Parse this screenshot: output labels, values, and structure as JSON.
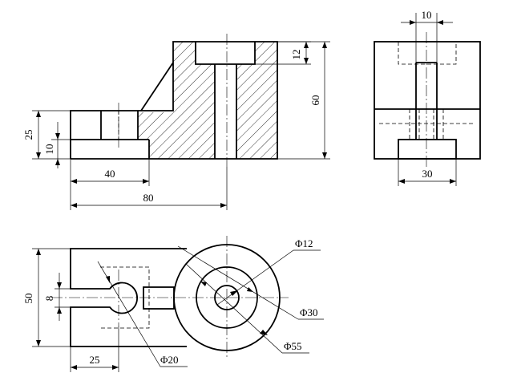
{
  "drawing": {
    "front_view": {
      "dims": {
        "d12": "12",
        "d60": "60",
        "d25": "25",
        "d10": "10",
        "d40": "40",
        "d80": "80"
      }
    },
    "side_view": {
      "dims": {
        "d10": "10",
        "d30": "30"
      }
    },
    "top_view": {
      "dims": {
        "d8": "8",
        "d50": "50",
        "d25": "25",
        "phi12": "Φ12",
        "phi30": "Φ30",
        "phi55": "Φ55",
        "phi20": "Φ20"
      }
    }
  }
}
